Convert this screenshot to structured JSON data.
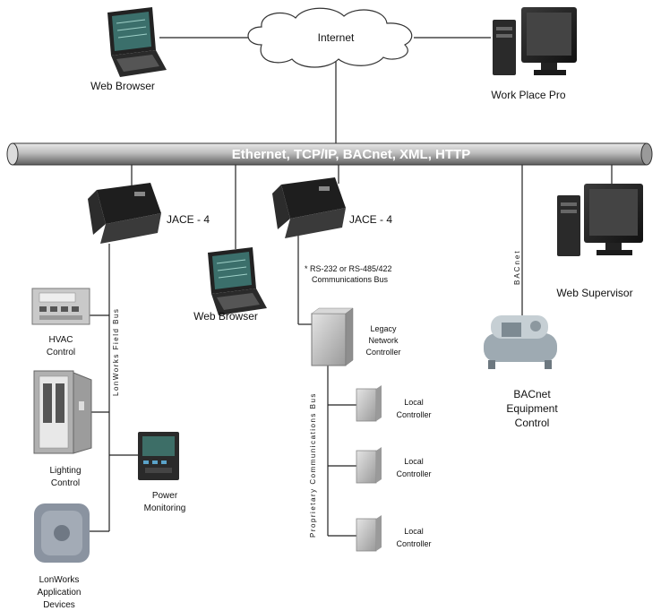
{
  "network": {
    "internet": "Internet",
    "backbone": "Ethernet, TCP/IP, BACnet, XML, HTTP"
  },
  "nodes": {
    "web_browser_top": "Web Browser",
    "work_place_pro": "Work Place Pro",
    "jace_left": "JACE - 4",
    "jace_right": "JACE - 4",
    "web_browser_mid": "Web Browser",
    "web_supervisor": "Web Supervisor",
    "rs_bus_line1": "* RS-232 or RS-485/422",
    "rs_bus_line2": "Communications Bus",
    "bacnet_vertical": "BACnet",
    "bacnet_equipment": [
      "BACnet",
      "Equipment",
      "Control"
    ],
    "lonworks_field_bus": "LonWorks Field Bus",
    "hvac_control": [
      "HVAC",
      "Control"
    ],
    "lighting_control": [
      "Lighting",
      "Control"
    ],
    "power_monitoring": [
      "Power",
      "Monitoring"
    ],
    "lonworks_devices": [
      "LonWorks",
      "Application",
      "Devices"
    ],
    "legacy_controller": [
      "Legacy",
      "Network",
      "Controller"
    ],
    "proprietary_bus": "Proprietary Communications Bus",
    "local_controller_1": [
      "Local",
      "Controller"
    ],
    "local_controller_2": [
      "Local",
      "Controller"
    ],
    "local_controller_3": [
      "Local",
      "Controller"
    ]
  },
  "colors": {
    "pipe_dark": "#6e6e6e",
    "pipe_light": "#e6e6e6",
    "device_dark": "#2b2b2b",
    "panel_gray": "#b8b8b8",
    "screen_teal": "#2f6f6a"
  }
}
